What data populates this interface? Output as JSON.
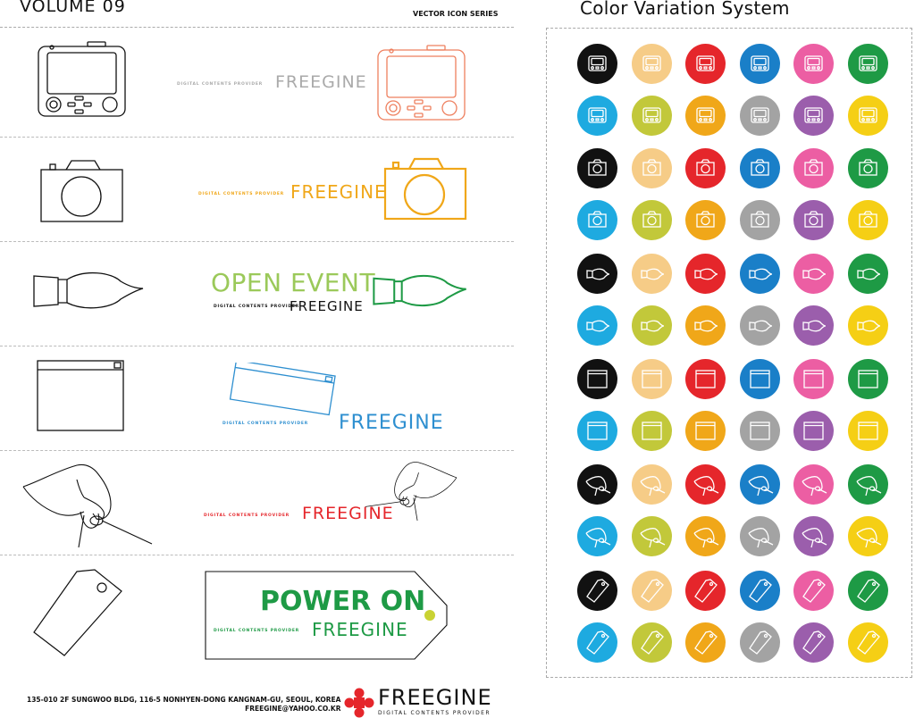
{
  "header": {
    "volume": "VOLUME  09",
    "series": "VECTOR ICON SERIES"
  },
  "rows": [
    {
      "tiny": "DIGITAL CONTENTS PROVIDER",
      "brand": "FREEGINE",
      "color": "#EE7F5E"
    },
    {
      "tiny": "DIGITAL CONTENTS PROVIDER",
      "brand": "FREEGINE",
      "color": "#F0A719"
    },
    {
      "headline": "OPEN EVENT",
      "tiny": "DIGITAL CONTENTS PROVIDER",
      "brand": "FREEGINE",
      "headline_color": "#9BC95A",
      "icon_color": "#1E9A45"
    },
    {
      "tiny": "DIGITAL CONTENTS PROVIDER",
      "brand": "FREEGINE",
      "color": "#2E8FD0"
    },
    {
      "tiny": "DIGITAL CONTENTS PROVIDER",
      "brand": "FREEGINE",
      "color": "#E5262B"
    },
    {
      "headline": "POWER ON",
      "tiny": "DIGITAL CONTENTS PROVIDER",
      "brand": "FREEGINE",
      "color": "#1E9A45",
      "dot_color": "#C9D233"
    }
  ],
  "footer": {
    "address_line1": "135-010 2F SUNGWOO BLDG, 116-5 NONHYEN-DONG KANGNAM-GU, SEOUL, KOREA",
    "address_line2": "FREEGINE@YAHOO.CO.KR",
    "logo_name": "FREEGINE",
    "logo_tag": "DIGITAL CONTENTS PROVIDER",
    "logo_color": "#E5262B"
  },
  "color_system": {
    "title": "Color Variation System",
    "palette_row_a": [
      "#111111",
      "#F6CC87",
      "#E5262B",
      "#1A7FC8",
      "#EC5EA3",
      "#1E9A45"
    ],
    "palette_row_b": [
      "#1EAAE0",
      "#C2C83A",
      "#F0A719",
      "#A3A3A3",
      "#9B5EAC",
      "#F5CF15"
    ],
    "icons": [
      "device-icon",
      "camera-icon",
      "brush-icon",
      "window-icon",
      "hand-icon",
      "tag-icon"
    ]
  }
}
